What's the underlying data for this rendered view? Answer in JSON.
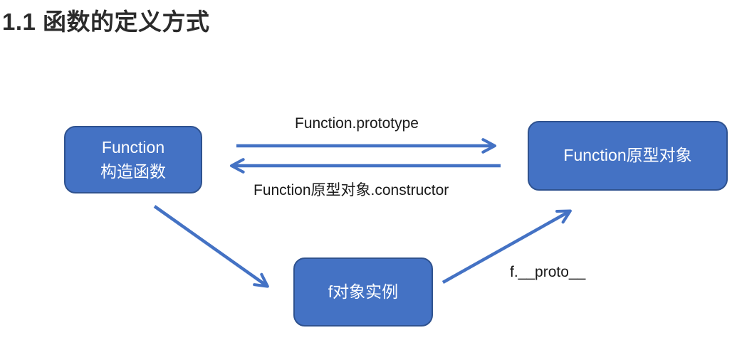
{
  "title": "1.1 函数的定义方式",
  "colors": {
    "node_fill": "#4472C4",
    "node_border": "#2F528F",
    "arrow": "#4472C4",
    "edge_label_text": "#1a1a1a",
    "title_text": "#2b2b2b"
  },
  "diagram": {
    "nodes": [
      {
        "id": "function-constructor",
        "label": "Function\n构造函数"
      },
      {
        "id": "function-prototype-object",
        "label": "Function原型对象"
      },
      {
        "id": "f-instance",
        "label": "f对象实例"
      }
    ],
    "edges": [
      {
        "from": "function-constructor",
        "to": "function-prototype-object",
        "label": "Function.prototype"
      },
      {
        "from": "function-prototype-object",
        "to": "function-constructor",
        "label": "Function原型对象.constructor"
      },
      {
        "from": "function-constructor",
        "to": "f-instance",
        "label": ""
      },
      {
        "from": "f-instance",
        "to": "function-prototype-object",
        "label": "f.__proto__"
      }
    ]
  }
}
